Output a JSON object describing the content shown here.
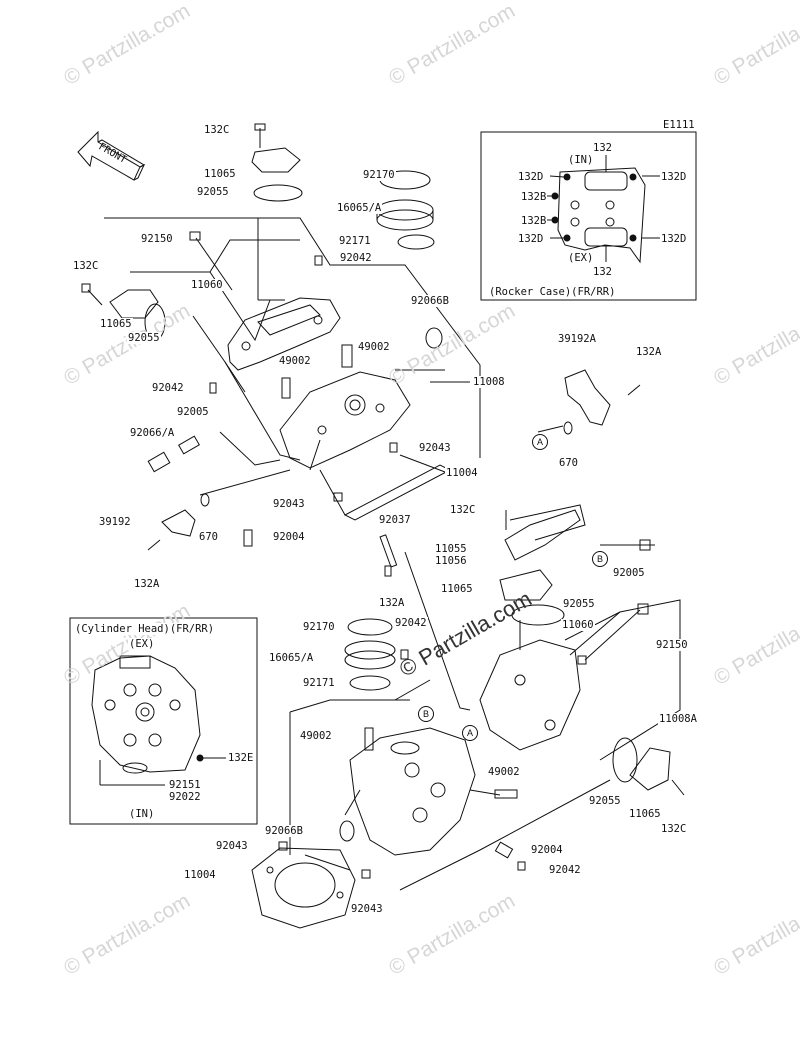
{
  "diagram_code": "E1111",
  "front_label": "FRONT",
  "watermark": "© Partzilla.com",
  "callout_A": "A",
  "callout_B": "B",
  "inset_rocker": {
    "title": "(Rocker Case)(FR/RR)",
    "in": "(IN)",
    "ex": "(EX)",
    "labels": {
      "top132": "132",
      "bot132": "132",
      "l1": "132D",
      "l2": "132B",
      "l3": "132B",
      "l4": "132D",
      "r1": "132D",
      "r2": "132D"
    }
  },
  "inset_cylhead": {
    "title": "(Cylinder Head)(FR/RR)",
    "ex": "(EX)",
    "in": "(IN)",
    "labels": {
      "a": "132E",
      "b": "92151",
      "c": "92022"
    }
  },
  "parts": {
    "p132C_a": "132C",
    "p11065_a": "11065",
    "p92055_a": "92055",
    "p92150_a": "92150",
    "p132C_b": "132C",
    "p11060_a": "11060",
    "p11065_b": "11065",
    "p92055_b": "92055",
    "p92170_a": "92170",
    "p16065_a": "16065/A",
    "p92171_a": "92171",
    "p92042_a": "92042",
    "p92066B_a": "92066B",
    "p49002_a": "49002",
    "p49002_b": "49002",
    "p11008": "11008",
    "p92042_b": "92042",
    "p92005_a": "92005",
    "p92066A": "92066/A",
    "p92043_a": "92043",
    "p11004_a": "11004",
    "p92043_b": "92043",
    "p39192": "39192",
    "p670_a": "670",
    "p92004_a": "92004",
    "p132A_a": "132A",
    "p92037": "92037",
    "p132A_b": "132A",
    "p39192A": "39192A",
    "p132A_c": "132A",
    "p670_b": "670",
    "p132C_c": "132C",
    "p11055": "11055",
    "p11056": "11056",
    "p11065_c": "11065",
    "p92005_b": "92005",
    "p92055_c": "92055",
    "p11060_b": "11060",
    "p92150_b": "92150",
    "p92170_b": "92170",
    "p92042_c": "92042",
    "p16065_b": "16065/A",
    "p92171_b": "92171",
    "p11008A": "11008A",
    "p49002_c": "49002",
    "p49002_d": "49002",
    "p92055_d": "92055",
    "p11065_d": "11065",
    "p132C_d": "132C",
    "p92066B_b": "92066B",
    "p92043_c": "92043",
    "p11004_b": "11004",
    "p92004_b": "92004",
    "p92042_d": "92042",
    "p92043_d": "92043"
  }
}
